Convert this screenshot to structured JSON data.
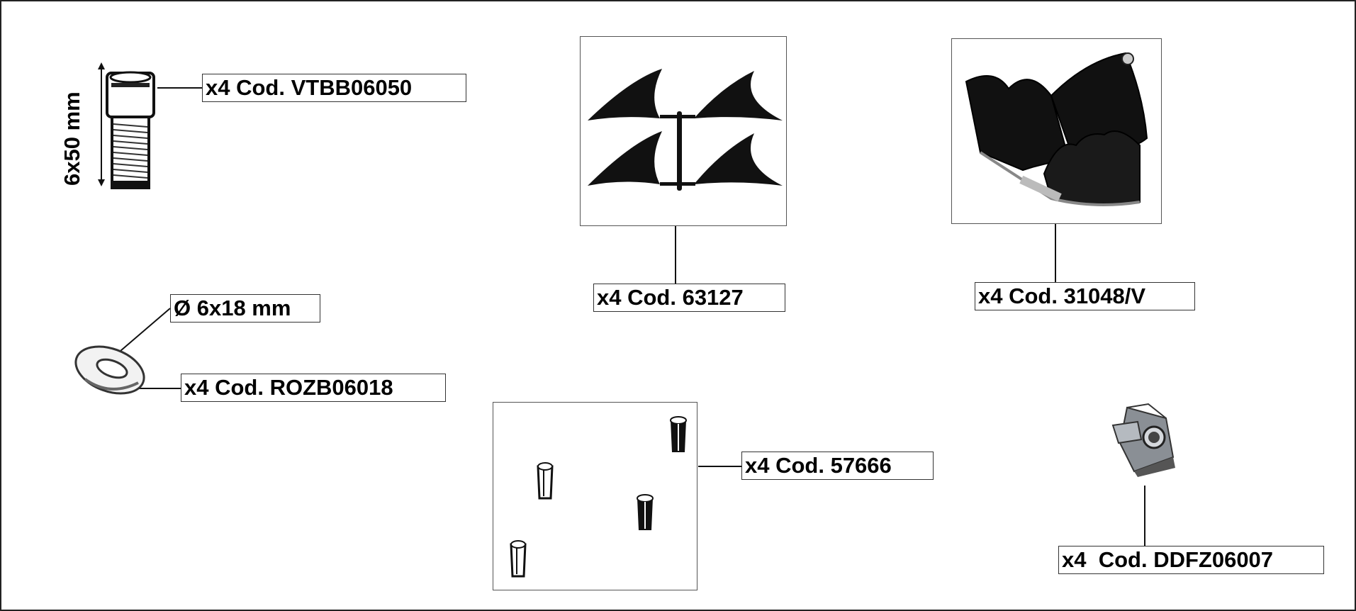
{
  "parts": [
    {
      "id": "screw",
      "label": "x4 Cod. VTBB06050",
      "dimension": "6x50 mm",
      "icon": "screw-icon"
    },
    {
      "id": "washer",
      "label": "x4 Cod. ROZB06018",
      "dimension": "Ø 6x18 mm",
      "icon": "washer-icon"
    },
    {
      "id": "shark-fins",
      "label": "x4 Cod. 63127",
      "icon": "fin-bracket-icon"
    },
    {
      "id": "bracket",
      "label": "x4 Cod. 31048/V",
      "icon": "shovel-bracket-icon"
    },
    {
      "id": "pins",
      "label": "x4 Cod. 57666",
      "icon": "pin-icon"
    },
    {
      "id": "cage-nut",
      "label": "x4  Cod. DDFZ06007",
      "icon": "cage-nut-icon"
    }
  ]
}
